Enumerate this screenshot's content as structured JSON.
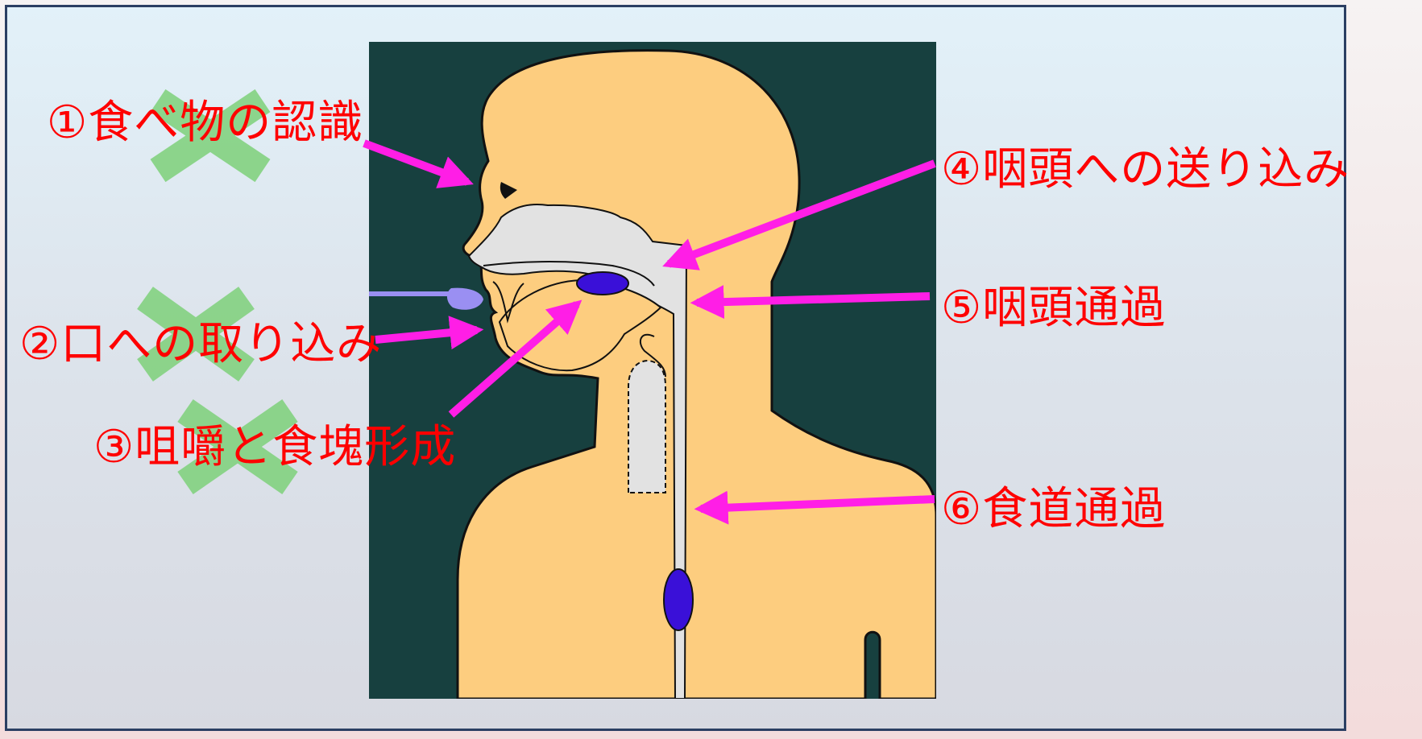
{
  "steps": [
    {
      "id": 1,
      "text": "①食べ物の認識",
      "crossed": true
    },
    {
      "id": 2,
      "text": "②口への取り込み",
      "crossed": true
    },
    {
      "id": 3,
      "text": "③咀嚼と食塊形成",
      "crossed": true
    },
    {
      "id": 4,
      "text": "④咽頭への送り込み",
      "crossed": false
    },
    {
      "id": 5,
      "text": "⑤咽頭通過",
      "crossed": false
    },
    {
      "id": 6,
      "text": "⑥食道通過",
      "crossed": false
    }
  ],
  "colors": {
    "label_text": "#ff0000",
    "arrow": "#ff1ee6",
    "cross_mark": "#7ed17a",
    "panel_background": "#17403f",
    "skin": "#fdcd7f",
    "tract": "#e2e2e2",
    "food_bolus": "#3a10d8",
    "spoon": "#9a8ff2"
  }
}
